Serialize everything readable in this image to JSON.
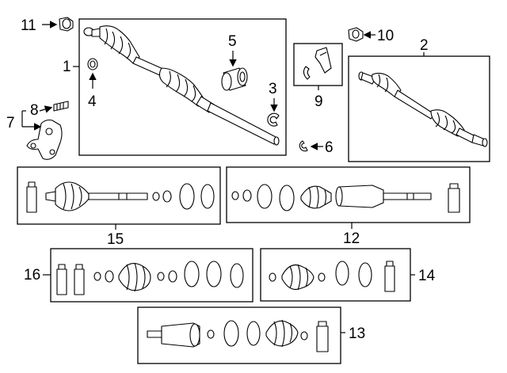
{
  "callouts": {
    "c1": "1",
    "c2": "2",
    "c3": "3",
    "c4": "4",
    "c5": "5",
    "c6": "6",
    "c7": "7",
    "c8": "8",
    "c9": "9",
    "c10": "10",
    "c11": "11",
    "c12": "12",
    "c13": "13",
    "c14": "14",
    "c15": "15",
    "c16": "16"
  },
  "parts": [
    {
      "id": "1",
      "name": "axle-shaft-assembly-front-left"
    },
    {
      "id": "2",
      "name": "axle-shaft-assembly-front-right"
    },
    {
      "id": "3",
      "name": "snap-ring"
    },
    {
      "id": "4",
      "name": "nut"
    },
    {
      "id": "5",
      "name": "bearing"
    },
    {
      "id": "6",
      "name": "circlip"
    },
    {
      "id": "7",
      "name": "support-bracket"
    },
    {
      "id": "8",
      "name": "stud-bolt"
    },
    {
      "id": "9",
      "name": "clamp"
    },
    {
      "id": "10",
      "name": "hub-nut"
    },
    {
      "id": "11",
      "name": "flange-nut"
    },
    {
      "id": "12",
      "name": "inner-joint-kit-right"
    },
    {
      "id": "13",
      "name": "inner-joint-kit"
    },
    {
      "id": "14",
      "name": "outer-boot-kit-right"
    },
    {
      "id": "15",
      "name": "outer-joint-kit"
    },
    {
      "id": "16",
      "name": "boot-kit"
    }
  ]
}
